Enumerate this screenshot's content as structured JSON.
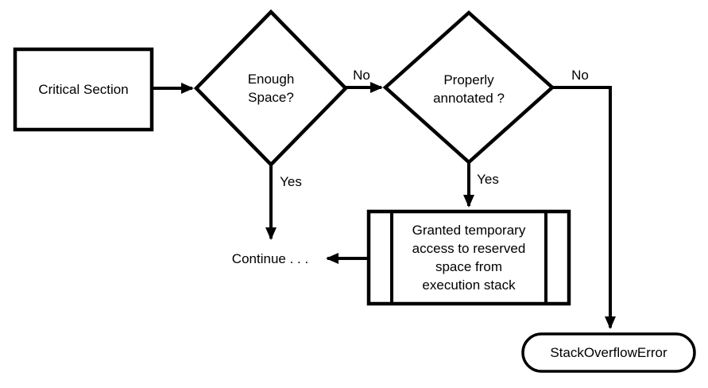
{
  "flowchart": {
    "nodes": {
      "critical_section": "Critical Section",
      "enough_space": "Enough Space?",
      "properly_annotated": "Properly annotated ?",
      "granted_access": "Granted temporary access to reserved space from execution stack",
      "continue": "Continue . . .",
      "stack_overflow": "StackOverflowError"
    },
    "edge_labels": {
      "enough_space_no": "No",
      "enough_space_yes": "Yes",
      "properly_annotated_no": "No",
      "properly_annotated_yes": "Yes"
    },
    "node_types": {
      "critical_section": "process",
      "enough_space": "decision",
      "properly_annotated": "decision",
      "granted_access": "predefined-process",
      "stack_overflow": "terminator"
    },
    "colors": {
      "stroke": "#000000",
      "background": "#ffffff",
      "text": "#000000"
    }
  }
}
